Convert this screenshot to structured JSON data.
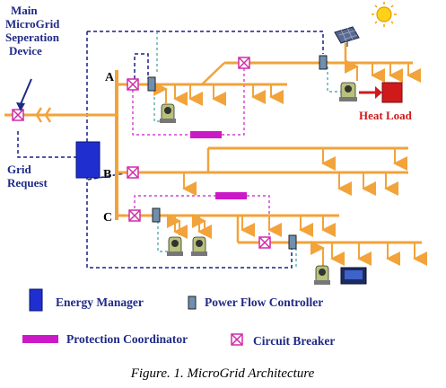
{
  "labels": {
    "main_device": [
      "Main",
      "MicroGrid",
      "Seperation",
      "Device"
    ],
    "grid_request": [
      "Grid",
      "Request"
    ],
    "feeder_a": "A",
    "feeder_b": "B",
    "feeder_c": "C",
    "heat_load": "Heat Load"
  },
  "legend": {
    "energy_manager": "Energy Manager",
    "power_flow_controller": "Power Flow Controller",
    "protection_coordinator": "Protection Coordinator",
    "circuit_breaker": "Circuit Breaker"
  },
  "caption": "Figure. 1.  MicroGrid Architecture",
  "colors": {
    "bus": "#f2a33a",
    "label_blue": "#1f2a86",
    "energy_manager": "#1f2fcf",
    "pfc": "#6f8fb0",
    "protection": "#cc19c8",
    "breaker": "#d02ca8",
    "heat_load": "#d0191b",
    "dashed_blue": "#1a1e8a"
  },
  "icons": [
    "sun-icon",
    "solar-panel-icon",
    "microturbine-icon",
    "battery-icon"
  ]
}
